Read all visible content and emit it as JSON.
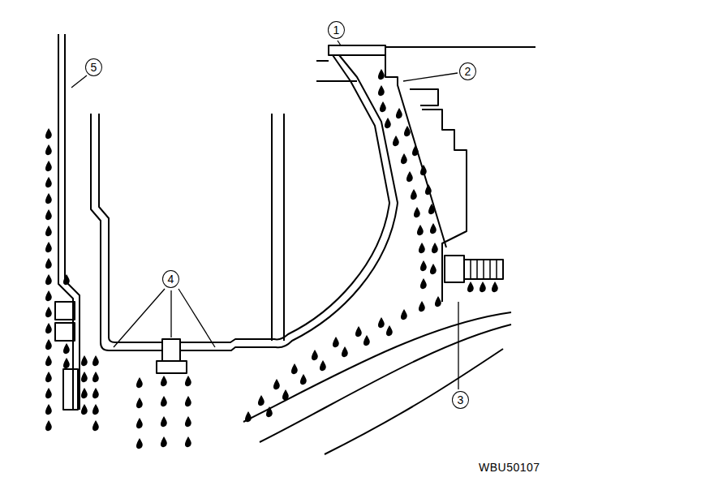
{
  "diagram": {
    "labels": [
      "1",
      "2",
      "3",
      "4",
      "5",
      "WBU50107"
    ]
  }
}
